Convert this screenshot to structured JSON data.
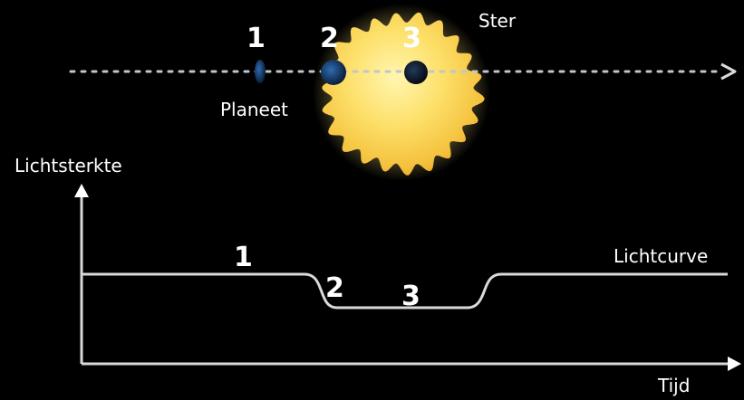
{
  "star": {
    "label": "Ster",
    "color": "#f6c844"
  },
  "planet": {
    "label": "Planeet",
    "color": "#163a6a"
  },
  "positions": {
    "p1": "1",
    "p2": "2",
    "p3": "3"
  },
  "light_curve": {
    "label": "Lichtcurve",
    "phase_1": "1",
    "phase_2": "2",
    "phase_3": "3"
  },
  "axes": {
    "y_label": "Lichtsterkte",
    "x_label": "Tijd"
  },
  "colors": {
    "background": "#000000",
    "line": "#d9d9d9",
    "text": "#ffffff"
  }
}
